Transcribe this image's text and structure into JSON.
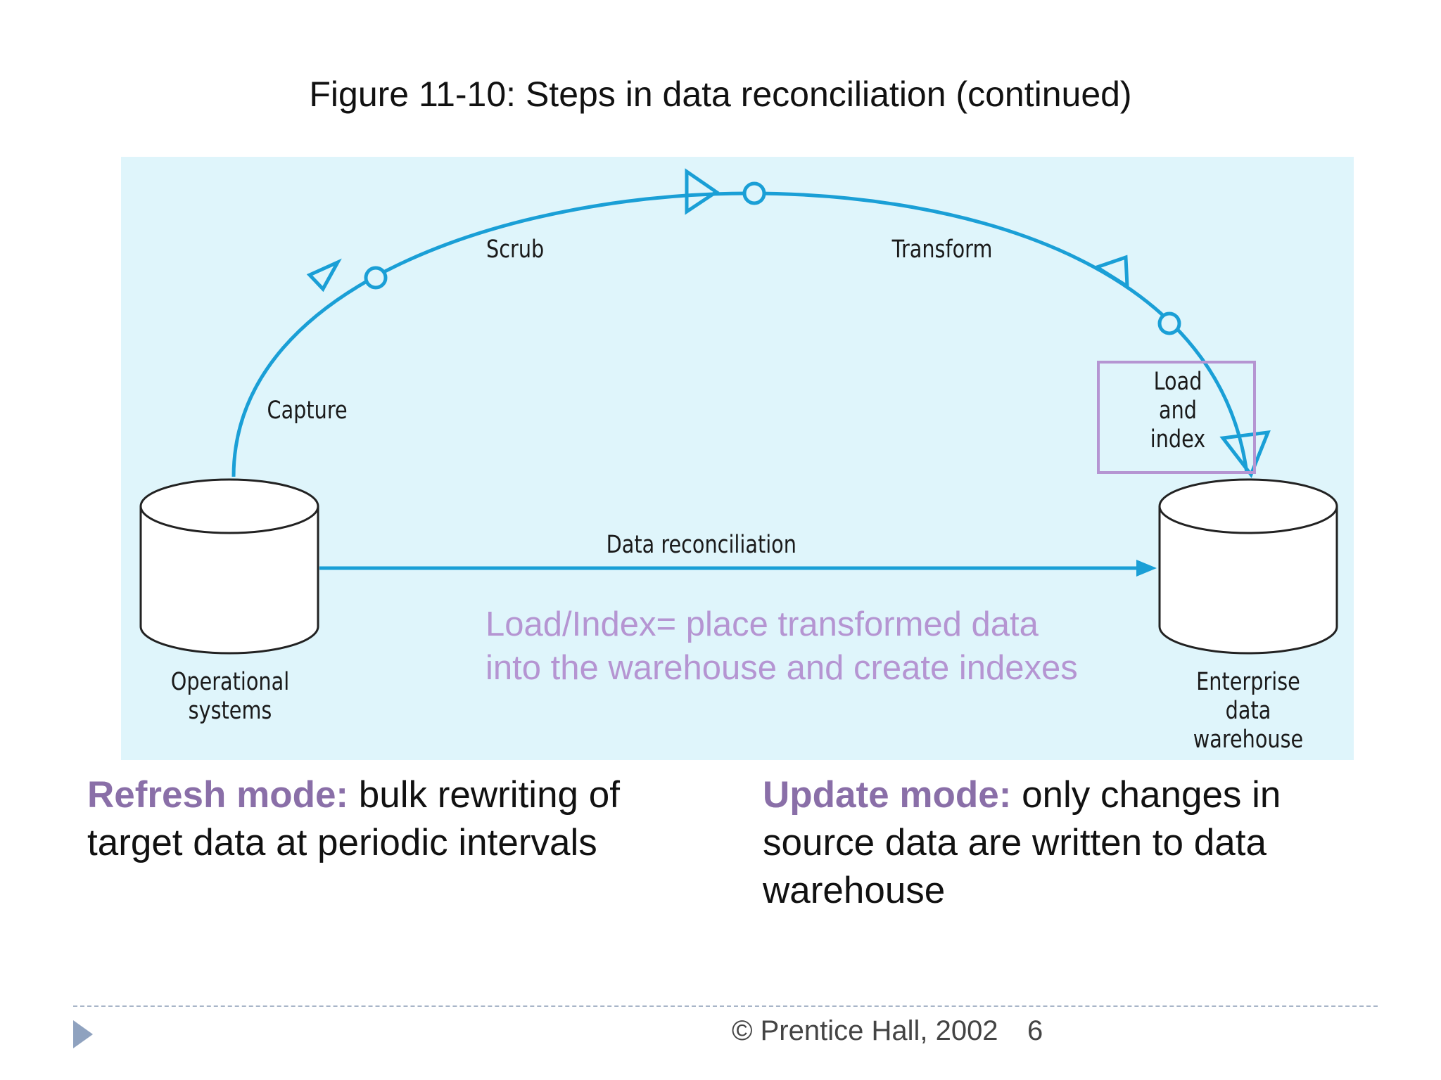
{
  "title": "Figure 11-10: Steps in data reconciliation (continued)",
  "diagram": {
    "labels": {
      "scrub": "Scrub",
      "transform": "Transform",
      "capture": "Capture",
      "load_line1": "Load",
      "load_line2": "and",
      "load_line3": "index",
      "data_reconciliation": "Data reconciliation",
      "source_line1": "Operational",
      "source_line2": "systems",
      "target_line1": "Enterprise",
      "target_line2": "data",
      "target_line3": "warehouse"
    },
    "annotation": "Load/Index= place transformed data into the warehouse and create indexes",
    "colors": {
      "flow": "#1a9fd6",
      "highlight": "#b595d2",
      "background": "#dff5fb"
    }
  },
  "notes": {
    "refresh_term": "Refresh mode:",
    "refresh_text": " bulk rewriting of target data at periodic intervals",
    "update_term": "Update mode:",
    "update_text": " only changes in source data are written to data warehouse"
  },
  "footer": {
    "copyright": "© Prentice Hall, 2002",
    "page": "6"
  }
}
